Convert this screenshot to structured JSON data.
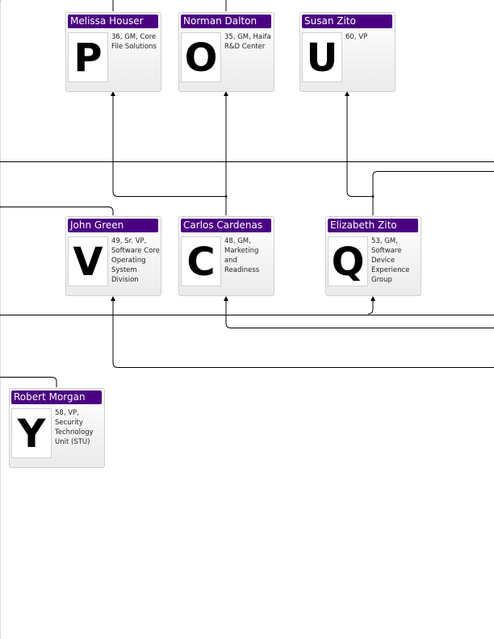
{
  "colors": {
    "header": "#4b0082",
    "connector": "#000000"
  },
  "cards": [
    {
      "id": "melissa-houser",
      "name": "Melissa Houser",
      "initial": "P",
      "info": "36, GM, Core File Solutions"
    },
    {
      "id": "norman-dalton",
      "name": "Norman Dalton",
      "initial": "O",
      "info": "35, GM, Haifa R&D Center"
    },
    {
      "id": "susan-zito",
      "name": "Susan Zito",
      "initial": "U",
      "info": "60, VP"
    },
    {
      "id": "john-green",
      "name": "John Green",
      "initial": "V",
      "info": "49, Sr. VP, Software Core Operating System Division"
    },
    {
      "id": "carlos-cardenas",
      "name": "Carlos Cardenas",
      "initial": "C",
      "info": "48, GM, Marketing and Readiness"
    },
    {
      "id": "elizabeth-zito",
      "name": "Elizabeth Zito",
      "initial": "Q",
      "info": "53, GM, Software Device Experience Group"
    },
    {
      "id": "robert-morgan",
      "name": "Robert Morgan",
      "initial": "Y",
      "info": "58, VP, Security Technology Unit (STU)"
    }
  ]
}
